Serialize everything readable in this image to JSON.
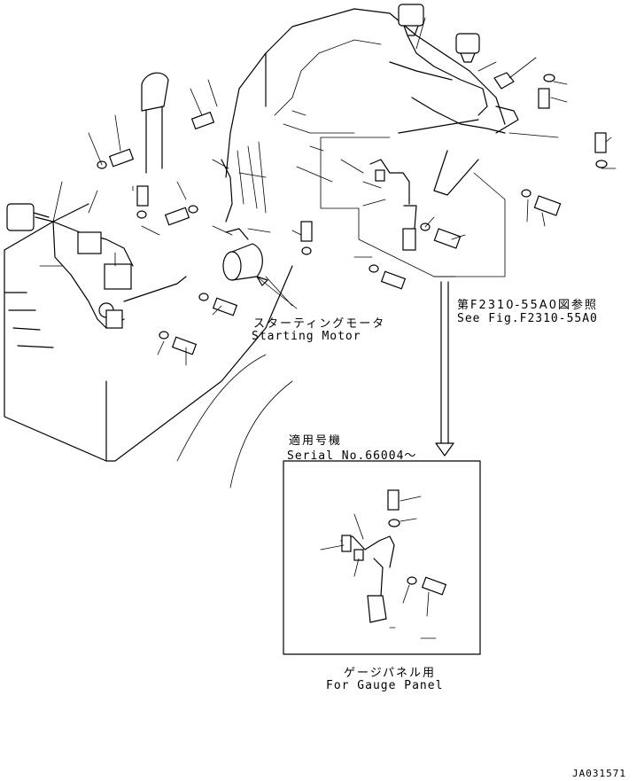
{
  "labels": {
    "starting_motor_ja": "スターティングモータ",
    "starting_motor_en": "Starting Motor",
    "see_fig_ja": "第F2310-55A0図参照",
    "see_fig_en": "See Fig.F2310-55A0",
    "serial_ja": "適用号機",
    "serial_en": "Serial No.66004～",
    "gauge_panel_ja": "ゲージパネル用",
    "gauge_panel_en": "For Gauge Panel",
    "drawing_code": "JA031571"
  }
}
